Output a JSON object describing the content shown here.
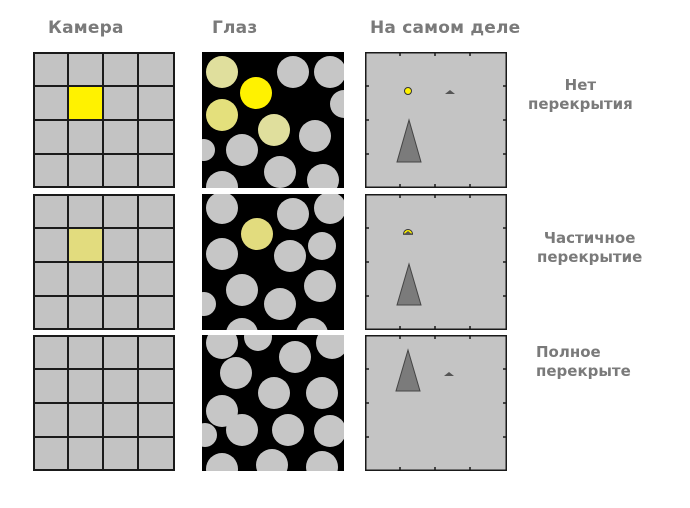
{
  "headers": {
    "camera": "Камера",
    "eye": "Глаз",
    "reality": "На самом деле"
  },
  "rows": [
    {
      "label_line1": "Нет",
      "label_line2": "перекрытия",
      "camera_pixel_color": "#fff200",
      "eye_cell_colors": [
        "#e4e07c",
        "#fff200",
        "#e0df9d",
        "#e0df9d"
      ],
      "reality_shape_order": [
        "yellow-dot",
        "small-triangle",
        "big-triangle"
      ]
    },
    {
      "label_line1": "Частичное",
      "label_line2": "перекрытие",
      "camera_pixel_color": "#e2dc7e",
      "eye_cell_colors": [
        "#e2dc7e"
      ],
      "reality_shape_order": [
        "half-dot",
        "big-triangle"
      ]
    },
    {
      "label_line1": "Полное",
      "label_line2": "перекрыте",
      "camera_pixel_color": null,
      "eye_cell_colors": [],
      "reality_shape_order": [
        "big-triangle",
        "small-triangle"
      ]
    }
  ],
  "colors": {
    "grid_fill": "#c3c3c3",
    "grid_line": "#1a1a1a",
    "eye_background": "#000000",
    "cell_gray": "#c6c6c6",
    "reality_bg": "#c4c4c4",
    "triangle": "#7b7b7b",
    "text": "#7a7a7a"
  }
}
